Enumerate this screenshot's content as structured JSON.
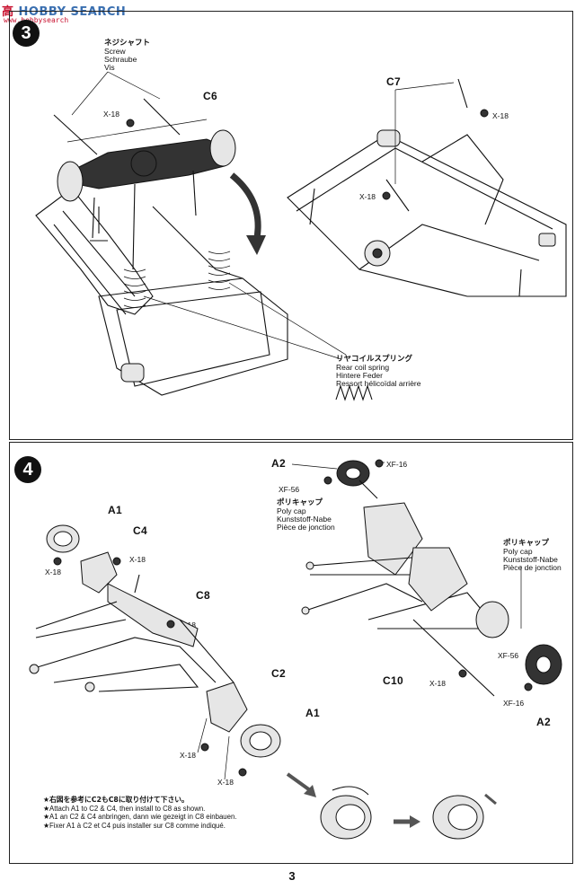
{
  "watermark": {
    "site": "SEARCH",
    "prefix": "HOBBY",
    "url": "www.hobbysearch"
  },
  "step3": {
    "number": "3",
    "screw": {
      "jp": "ネジシャフト",
      "en": "Screw",
      "de": "Schraube",
      "fr": "Vis"
    },
    "parts": {
      "c6": "C6",
      "c7": "C7",
      "x18a": "X-18",
      "x18b": "X-18",
      "x18c": "X-18"
    },
    "spring": {
      "jp": "リヤコイルスプリング",
      "en": "Rear coil spring",
      "de": "Hintere Feder",
      "fr": "Ressort hélicoïdal arrière"
    }
  },
  "step4": {
    "number": "4",
    "parts": {
      "a1_top": "A1",
      "c4": "C4",
      "x18_1": "X-18",
      "x18_2": "X-18",
      "c8": "C8",
      "x18_3": "X-18",
      "c2": "C2",
      "a1_bot": "A1",
      "x18_4": "X-18",
      "x18_5": "X-18",
      "a2_top": "A2",
      "xf16_top": "XF-16",
      "xf56_top": "XF-56",
      "c10": "C10",
      "x18_6": "X-18",
      "xf56_bot": "XF-56",
      "xf16_bot": "XF-16",
      "a2_bot": "A2"
    },
    "polycap1": {
      "jp": "ポリキャップ",
      "en": "Poly cap",
      "de": "Kunststoff-Nabe",
      "fr": "Pièce de jonction"
    },
    "polycap2": {
      "jp": "ポリキャップ",
      "en": "Poly cap",
      "de": "Kunststoff-Nabe",
      "fr": "Pièce de jonction"
    },
    "notes": [
      "★右図を参考にC2もC8に取り付けて下さい。",
      "★Attach A1 to C2 & C4, then install to C8 as shown.",
      "★A1 an C2 & C4 anbringen, dann wie gezeigt in C8 einbauen.",
      "★Fixer A1 à C2 et C4 puis installer sur C8 comme indiqué."
    ]
  },
  "page_number": "3"
}
